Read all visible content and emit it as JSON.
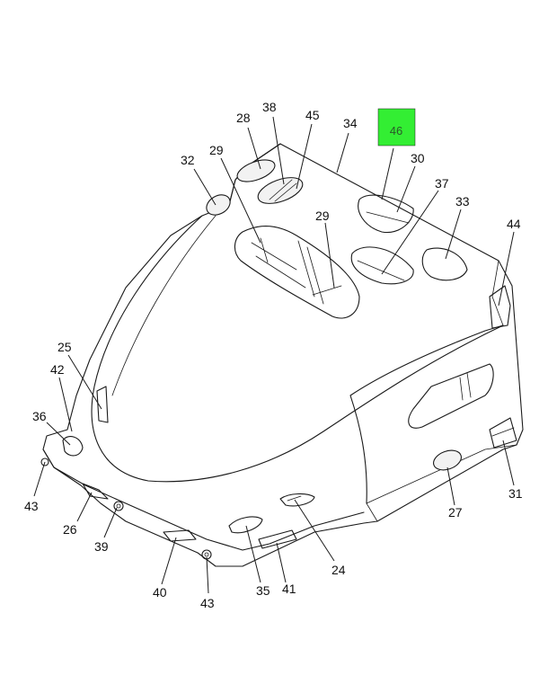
{
  "highlight": {
    "label": "46",
    "color": "#33ee33"
  },
  "callouts": [
    {
      "id": "c28",
      "label": "28"
    },
    {
      "id": "c38",
      "label": "38"
    },
    {
      "id": "c45",
      "label": "45"
    },
    {
      "id": "c34",
      "label": "34"
    },
    {
      "id": "c32",
      "label": "32"
    },
    {
      "id": "c29a",
      "label": "29"
    },
    {
      "id": "c30",
      "label": "30"
    },
    {
      "id": "c37",
      "label": "37"
    },
    {
      "id": "c33",
      "label": "33"
    },
    {
      "id": "c29b",
      "label": "29"
    },
    {
      "id": "c44",
      "label": "44"
    },
    {
      "id": "c25",
      "label": "25"
    },
    {
      "id": "c42",
      "label": "42"
    },
    {
      "id": "c36",
      "label": "36"
    },
    {
      "id": "c43a",
      "label": "43"
    },
    {
      "id": "c26",
      "label": "26"
    },
    {
      "id": "c39",
      "label": "39"
    },
    {
      "id": "c40",
      "label": "40"
    },
    {
      "id": "c43b",
      "label": "43"
    },
    {
      "id": "c35",
      "label": "35"
    },
    {
      "id": "c41",
      "label": "41"
    },
    {
      "id": "c24",
      "label": "24"
    },
    {
      "id": "c27",
      "label": "27"
    },
    {
      "id": "c31",
      "label": "31"
    }
  ]
}
